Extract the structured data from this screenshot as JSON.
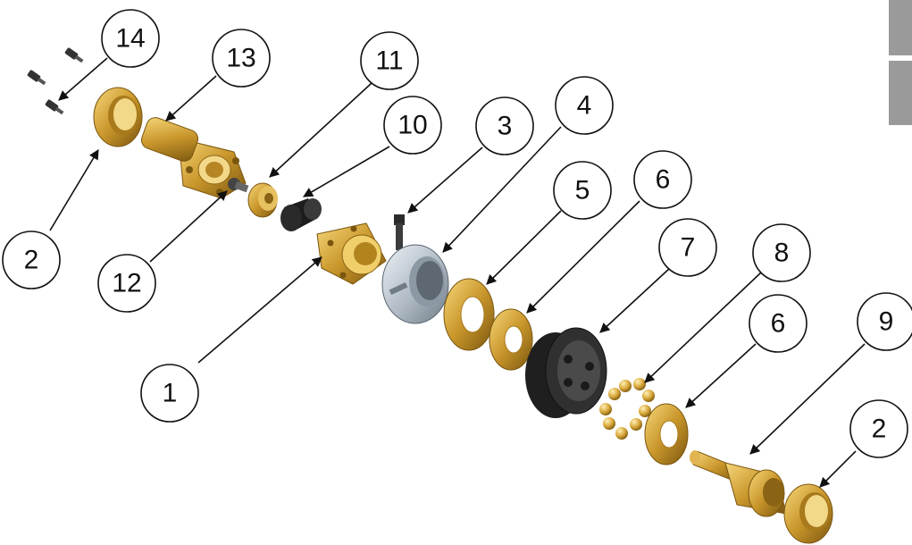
{
  "balloons": [
    {
      "id": "14",
      "label": "14"
    },
    {
      "id": "13",
      "label": "13"
    },
    {
      "id": "11",
      "label": "11"
    },
    {
      "id": "10",
      "label": "10"
    },
    {
      "id": "3",
      "label": "3"
    },
    {
      "id": "4",
      "label": "4"
    },
    {
      "id": "5",
      "label": "5"
    },
    {
      "id": "6a",
      "label": "6"
    },
    {
      "id": "7",
      "label": "7"
    },
    {
      "id": "8",
      "label": "8"
    },
    {
      "id": "6b",
      "label": "6"
    },
    {
      "id": "9",
      "label": "9"
    },
    {
      "id": "2a",
      "label": "2"
    },
    {
      "id": "12",
      "label": "12"
    },
    {
      "id": "1",
      "label": "1"
    },
    {
      "id": "2b",
      "label": "2"
    }
  ],
  "colors": {
    "brass": "#c9962b",
    "brass_light": "#f0cf6a",
    "brass_dark": "#8a6414",
    "steel": "#b8c2cc",
    "rubber": "#1c1c1c",
    "pulley": "#2a2a2a",
    "screw": "#2b2b2b",
    "balloon_stroke": "#111111",
    "tab": "#9a9a9a"
  }
}
